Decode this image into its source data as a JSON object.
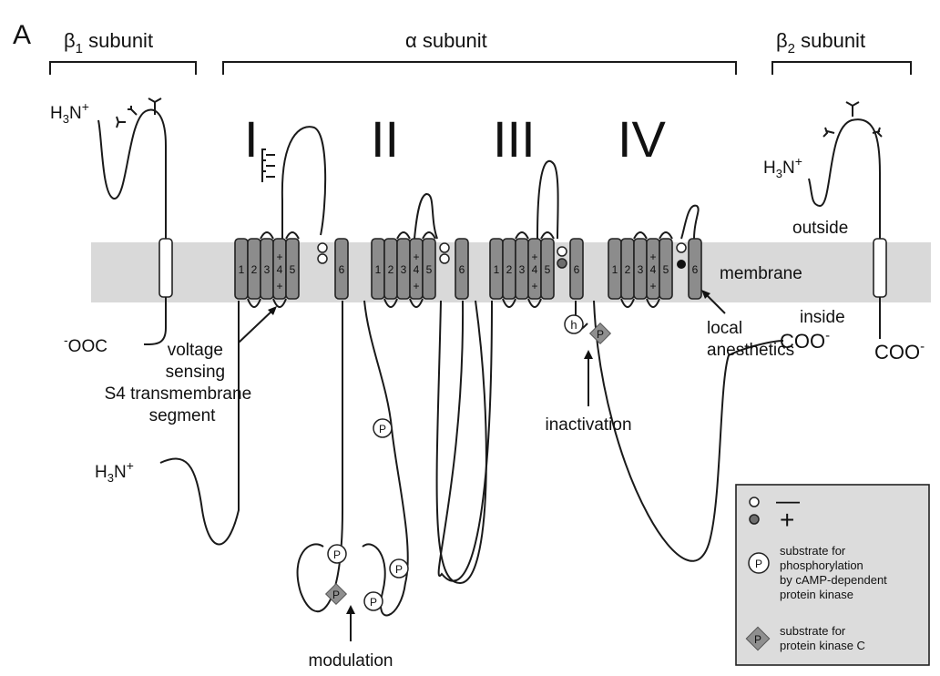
{
  "panel_label": "A",
  "beta1": {
    "title_prefix": "β",
    "title_sub": "1",
    "title_suffix": " subunit",
    "nterm_main": "H",
    "nterm_sub": "3",
    "nterm_n": "N",
    "nterm_sup": "+",
    "cterm_sup": "-",
    "cterm": "OOC"
  },
  "alpha": {
    "title": "α subunit",
    "nterm_main": "H",
    "nterm_sub": "3",
    "nterm_n": "N",
    "nterm_sup": "+",
    "cterm": "COO",
    "cterm_sup": "-"
  },
  "beta2": {
    "title_prefix": "β",
    "title_sub": "2",
    "title_suffix": " subunit",
    "nterm_main": "H",
    "nterm_sub": "3",
    "nterm_n": "N",
    "nterm_sup": "+",
    "cterm": "COO",
    "cterm_sup": "-"
  },
  "domains": [
    "I",
    "II",
    "III",
    "IV"
  ],
  "segment_numbers": [
    "1",
    "2",
    "3",
    "4",
    "5",
    "6"
  ],
  "plus_sign": "+",
  "side_labels": {
    "outside": "outside",
    "membrane": "membrane",
    "inside": "inside"
  },
  "annotations": {
    "voltage": [
      "voltage",
      "sensing",
      "S4 transmembrane",
      "segment"
    ],
    "inactivation": "inactivation",
    "modulation": "modulation",
    "local_anesthetics": [
      "local",
      "anesthetics"
    ],
    "h_gate": "h",
    "p_label": "P"
  },
  "legend": {
    "minus": "—",
    "plus": "+",
    "pka": [
      "substrate for",
      "phosphorylation",
      "by cAMP-dependent",
      "protein kinase"
    ],
    "pkc": [
      "substrate for",
      "protein kinase C"
    ],
    "p_label": "P"
  },
  "colors": {
    "membrane": "#d9d9d9",
    "segment": "#8c8c8c",
    "legend_bg": "#dcdcdc",
    "diamond": "#8f8f8f"
  }
}
